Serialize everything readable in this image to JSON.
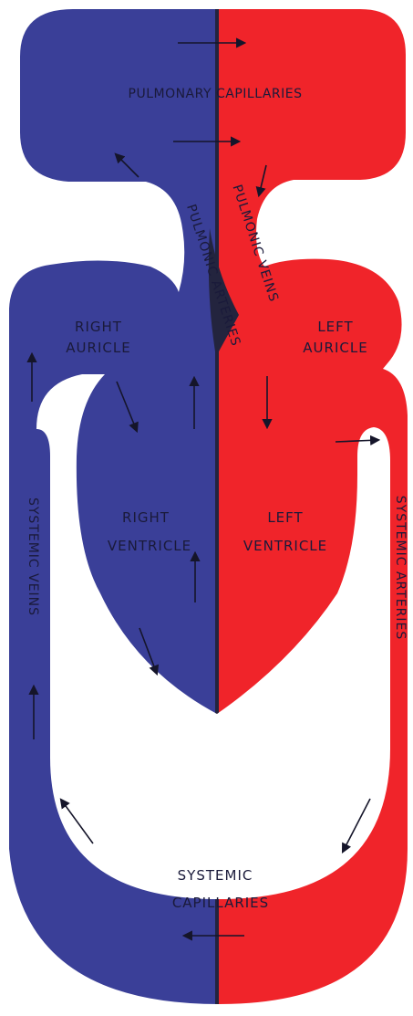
{
  "colors": {
    "venous": "#3a3f98",
    "arterial": "#f0242a",
    "septum": "#23243e",
    "background": "#ffffff",
    "text": "#1a1a3a"
  },
  "labels": {
    "pulmonary_capillaries": "PULMONARY CAPILLARIES",
    "pulmonic_arteries": "PULMONIC ARTERIES",
    "pulmonic_veins": "PULMONIC VEINS",
    "right_auricle_line1": "RIGHT",
    "right_auricle_line2": "AURICLE",
    "left_auricle_line1": "LEFT",
    "left_auricle_line2": "AURICLE",
    "right_ventricle_line1": "RIGHT",
    "right_ventricle_line2": "VENTRICLE",
    "left_ventricle_line1": "LEFT",
    "left_ventricle_line2": "VENTRICLE",
    "systemic_veins": "SYSTEMIC VEINS",
    "systemic_arteries": "SYSTEMIC ARTERIES",
    "systemic_capillaries_line1": "SYSTEMIC",
    "systemic_capillaries_line2": "CAPILLARIES"
  }
}
